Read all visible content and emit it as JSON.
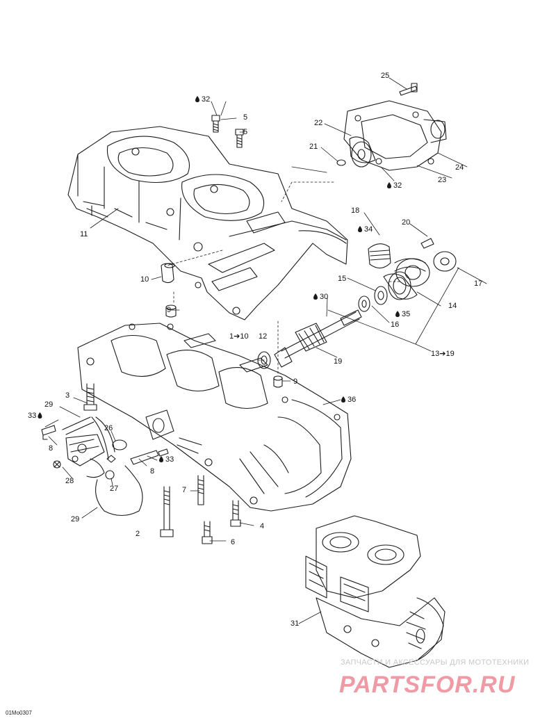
{
  "callouts": [
    {
      "id": "c25",
      "text": "25"
    },
    {
      "id": "c32a",
      "text": "32",
      "drop": true
    },
    {
      "id": "c5a",
      "text": "5"
    },
    {
      "id": "c5b",
      "text": "5"
    },
    {
      "id": "c22",
      "text": "22"
    },
    {
      "id": "c21",
      "text": "21"
    },
    {
      "id": "c24",
      "text": "24"
    },
    {
      "id": "c23",
      "text": "23"
    },
    {
      "id": "c32b",
      "text": "32",
      "drop": true
    },
    {
      "id": "c11",
      "text": "11"
    },
    {
      "id": "c18",
      "text": "18"
    },
    {
      "id": "c34",
      "text": "34",
      "drop": true
    },
    {
      "id": "c20",
      "text": "20"
    },
    {
      "id": "c17",
      "text": "17"
    },
    {
      "id": "c10",
      "text": "10"
    },
    {
      "id": "c15",
      "text": "15"
    },
    {
      "id": "c14",
      "text": "14"
    },
    {
      "id": "c30",
      "text": "30",
      "drop": true
    },
    {
      "id": "c9a",
      "text": "9"
    },
    {
      "id": "c35",
      "text": "35",
      "drop": true
    },
    {
      "id": "c16",
      "text": "16"
    },
    {
      "id": "c12",
      "text": "12"
    },
    {
      "id": "c1to10",
      "text": "1➔10"
    },
    {
      "id": "c19",
      "text": "19"
    },
    {
      "id": "c13to19",
      "text": "13➔19"
    },
    {
      "id": "c9b",
      "text": "9"
    },
    {
      "id": "c3",
      "text": "3"
    },
    {
      "id": "c36",
      "text": "36",
      "drop": true
    },
    {
      "id": "c29a",
      "text": "29"
    },
    {
      "id": "c33a",
      "text": "33",
      "drop": "after"
    },
    {
      "id": "c26",
      "text": "26"
    },
    {
      "id": "c8a",
      "text": "8"
    },
    {
      "id": "c33b",
      "text": "33",
      "drop": true
    },
    {
      "id": "c8b",
      "text": "8"
    },
    {
      "id": "c28",
      "text": "28"
    },
    {
      "id": "c27",
      "text": "27"
    },
    {
      "id": "c7",
      "text": "7"
    },
    {
      "id": "c4",
      "text": "4"
    },
    {
      "id": "c29b",
      "text": "29"
    },
    {
      "id": "c2",
      "text": "2"
    },
    {
      "id": "c6",
      "text": "6"
    },
    {
      "id": "c31",
      "text": "31"
    }
  ],
  "watermark": {
    "tagline": "ЗАПЧАСТИ И АКСЕССУАРЫ ДЛЯ МОТОТЕХНИКИ",
    "brand": "PARTSFOR.RU"
  },
  "figure_code": "01Mo0307",
  "colors": {
    "line": "#1a1a1a",
    "watermark_red": "#ef9aa5",
    "watermark_grey": "#c8c8c8"
  }
}
